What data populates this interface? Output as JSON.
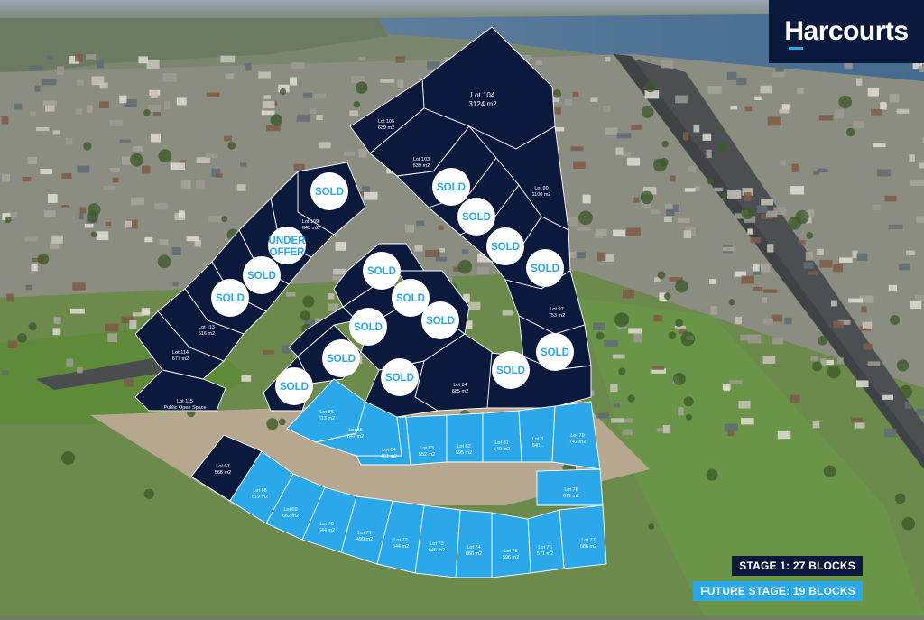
{
  "brand": {
    "name": "Harcourts"
  },
  "legend": {
    "stage_one": "STAGE 1: 27 BLOCKS",
    "future_stage": "FUTURE STAGE: 19 BLOCKS"
  },
  "colors": {
    "stage_lot": "#0b1a3c",
    "future_lot": "#2aa8ea",
    "sold_badge": "#ffffff",
    "sold_text": "#2aa8ea"
  },
  "lots": [
    {
      "id": "104",
      "lines": [
        "Lot 104",
        "3124 m2"
      ],
      "stage": "stage1"
    },
    {
      "id": "105",
      "lines": [
        "Lot 105",
        "639 m2"
      ],
      "stage": "stage1"
    },
    {
      "id": "103",
      "lines": [
        "Lot 103",
        "639 m2"
      ],
      "stage": "stage1"
    },
    {
      "id": "102",
      "lines": [],
      "stage": "stage1"
    },
    {
      "id": "101",
      "lines": [],
      "stage": "stage1"
    },
    {
      "id": "100",
      "lines": [],
      "stage": "stage1"
    },
    {
      "id": "99",
      "lines": [
        "Lot 99",
        "1100 m2"
      ],
      "stage": "stage1"
    },
    {
      "id": "98",
      "lines": [],
      "stage": "stage1"
    },
    {
      "id": "97",
      "lines": [
        "Lot 97",
        "753 m2"
      ],
      "stage": "stage1"
    },
    {
      "id": "96",
      "lines": [],
      "stage": "stage1"
    },
    {
      "id": "95",
      "lines": [],
      "stage": "stage1"
    },
    {
      "id": "94",
      "lines": [
        "Lot 94",
        "685 m2"
      ],
      "stage": "stage1"
    },
    {
      "id": "93",
      "lines": [],
      "stage": "stage1"
    },
    {
      "id": "92",
      "lines": [],
      "stage": "stage1"
    },
    {
      "id": "91",
      "lines": [],
      "stage": "stage1"
    },
    {
      "id": "90",
      "lines": [],
      "stage": "stage1"
    },
    {
      "id": "89",
      "lines": [],
      "stage": "stage1"
    },
    {
      "id": "88",
      "lines": [],
      "stage": "stage1"
    },
    {
      "id": "87",
      "lines": [],
      "stage": "stage1"
    },
    {
      "id": "86",
      "lines": [],
      "stage": "stage1"
    },
    {
      "id": "108",
      "lines": [],
      "stage": "stage1"
    },
    {
      "id": "109",
      "lines": [
        "Lot 109",
        "645 m2"
      ],
      "stage": "stage1"
    },
    {
      "id": "110",
      "lines": [],
      "stage": "stage1"
    },
    {
      "id": "111",
      "lines": [],
      "stage": "stage1"
    },
    {
      "id": "112",
      "lines": [],
      "stage": "stage1"
    },
    {
      "id": "113",
      "lines": [
        "Lot 113",
        "616 m2"
      ],
      "stage": "stage1"
    },
    {
      "id": "114",
      "lines": [
        "Lot 114",
        "677 m2"
      ],
      "stage": "stage1"
    },
    {
      "id": "115",
      "lines": [
        "Lot 115",
        "Public Open Space"
      ],
      "stage": "stage1"
    },
    {
      "id": "67",
      "lines": [
        "Lot 67",
        "568 m2"
      ],
      "stage": "stage1"
    },
    {
      "id": "85",
      "lines": [
        "Lot 86",
        "613 m2"
      ],
      "stage": "future"
    },
    {
      "id": "84",
      "lines": [
        "Lot 85",
        "647 m2"
      ],
      "stage": "future"
    },
    {
      "id": "83",
      "lines": [
        "Lot 84",
        "461 m2"
      ],
      "stage": "future"
    },
    {
      "id": "82",
      "lines": [
        "Lot 83",
        "552 m2"
      ],
      "stage": "future"
    },
    {
      "id": "81",
      "lines": [
        "Lot 82",
        "595 m2"
      ],
      "stage": "future"
    },
    {
      "id": "80",
      "lines": [
        "Lot 81",
        "540 m2"
      ],
      "stage": "future"
    },
    {
      "id": "79",
      "lines": [
        "Lot 8",
        "541 ."
      ],
      "stage": "future"
    },
    {
      "id": "78",
      "lines": [
        "Lot 79",
        "742 m2"
      ],
      "stage": "future"
    },
    {
      "id": "77a",
      "lines": [
        "Lot 78",
        "611 m2"
      ],
      "stage": "future"
    },
    {
      "id": "77",
      "lines": [
        "Lot 77",
        "686 m2"
      ],
      "stage": "future"
    },
    {
      "id": "76",
      "lines": [
        "Lot 76",
        "571 m2"
      ],
      "stage": "future"
    },
    {
      "id": "75",
      "lines": [
        "Lot 75",
        "596 m2"
      ],
      "stage": "future"
    },
    {
      "id": "74",
      "lines": [
        "Lot 74",
        "666 m2"
      ],
      "stage": "future"
    },
    {
      "id": "73",
      "lines": [
        "Lot 73",
        "646 m2"
      ],
      "stage": "future"
    },
    {
      "id": "72",
      "lines": [
        "Lot 72",
        "544 m2"
      ],
      "stage": "future"
    },
    {
      "id": "71",
      "lines": [
        "Lot 71",
        "499 m2"
      ],
      "stage": "future"
    },
    {
      "id": "70",
      "lines": [
        "Lot 70",
        "644 m2"
      ],
      "stage": "future"
    },
    {
      "id": "69",
      "lines": [
        "Lot 69",
        "662 m2"
      ],
      "stage": "future"
    },
    {
      "id": "68",
      "lines": [
        "Lot 68",
        "619 m2"
      ],
      "stage": "future"
    }
  ],
  "badges": [
    {
      "id": "s1",
      "lines": [
        "SOLD"
      ]
    },
    {
      "id": "s2",
      "lines": [
        "UNDER",
        "OFFER"
      ]
    },
    {
      "id": "s3",
      "lines": [
        "SOLD"
      ]
    },
    {
      "id": "s4",
      "lines": [
        "SOLD"
      ]
    },
    {
      "id": "s5",
      "lines": [
        "SOLD"
      ]
    },
    {
      "id": "s6",
      "lines": [
        "SOLD"
      ]
    },
    {
      "id": "s7",
      "lines": [
        "SOLD"
      ]
    },
    {
      "id": "s8",
      "lines": [
        "SOLD"
      ]
    },
    {
      "id": "s9",
      "lines": [
        "SOLD"
      ]
    },
    {
      "id": "s10",
      "lines": [
        "SOLD"
      ]
    },
    {
      "id": "s11",
      "lines": [
        "SOLD"
      ]
    },
    {
      "id": "s12",
      "lines": [
        "SOLD"
      ]
    },
    {
      "id": "s13",
      "lines": [
        "SOLD"
      ]
    },
    {
      "id": "s14",
      "lines": [
        "SOLD"
      ]
    },
    {
      "id": "s15",
      "lines": [
        "SOLD"
      ]
    },
    {
      "id": "s16",
      "lines": [
        "SOLD"
      ]
    },
    {
      "id": "s17",
      "lines": [
        "SOLD"
      ]
    },
    {
      "id": "s18",
      "lines": [
        "SOLD"
      ]
    }
  ]
}
